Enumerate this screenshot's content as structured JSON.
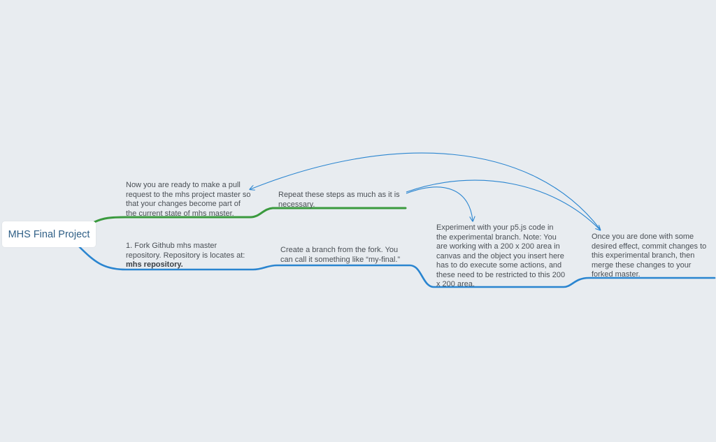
{
  "root": {
    "label": "MHS Final Project"
  },
  "topics": {
    "pull_request": "Now you are ready to make a pull request to the mhs project master so that your changes become part of the current state of mhs master.",
    "repeat": "Repeat these steps as much as it is necessary.",
    "fork": {
      "text": "1. Fork Github mhs master repository. Repository is locates at:",
      "link": "mhs repository."
    },
    "branch": "Create a branch from the fork. You can call it something like “my-final.”",
    "experiment": "Experiment with your p5.js code in the experimental branch. Note: You are working with a 200 x 200 area in canvas and the object you insert here has to do execute some actions, and these need to be restricted to this 200 x 200 area.",
    "once_done": "Once you are done with some desired effect, commit changes to this experimental branch, then merge these changes to your forked master."
  },
  "colors": {
    "background": "#e8ecf0",
    "branch_blue": "#2a85d0",
    "branch_green": "#3a9a3e",
    "arrow_blue": "#2a85d0",
    "root_text": "#2f5f86",
    "topic_text": "#4a4f55"
  }
}
